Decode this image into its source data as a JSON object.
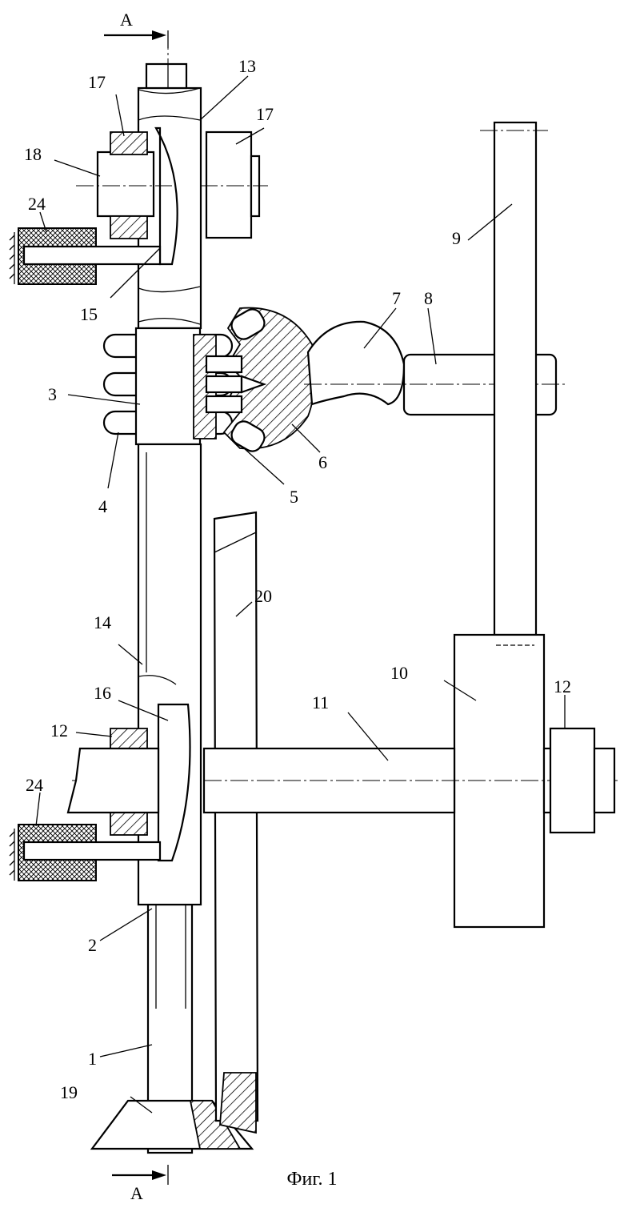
{
  "labels": {
    "l1": "1",
    "l2": "2",
    "l3": "3",
    "l4": "4",
    "l5": "5",
    "l6": "6",
    "l7": "7",
    "l8": "8",
    "l9": "9",
    "l10": "10",
    "l11": "11",
    "l12a": "12",
    "l12b": "12",
    "l13": "13",
    "l14": "14",
    "l15": "15",
    "l16": "16",
    "l17a": "17",
    "l17b": "17",
    "l18": "18",
    "l19": "19",
    "l20": "20",
    "l24a": "24",
    "l24b": "24",
    "sectionTop": "A",
    "sectionBottom": "A"
  },
  "caption": "Фиг. 1"
}
